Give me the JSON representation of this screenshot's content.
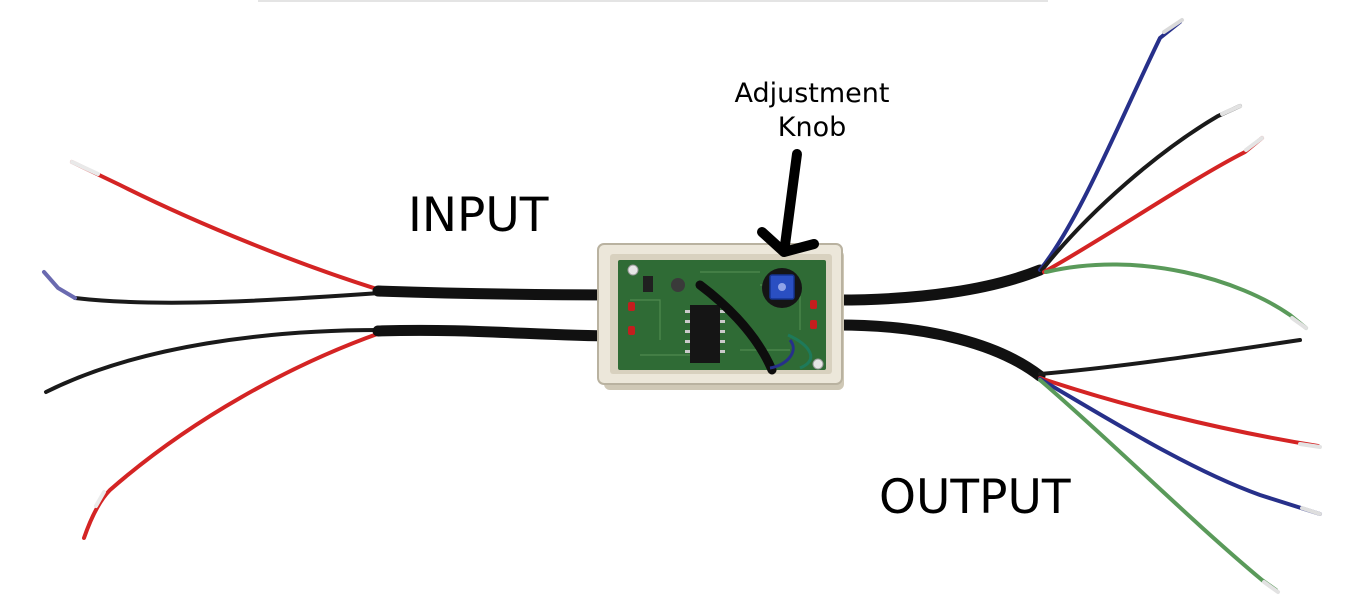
{
  "labels": {
    "input": "INPUT",
    "output": "OUTPUT",
    "adjustment_line1": "Adjustment",
    "adjustment_line2": "Knob"
  },
  "colors": {
    "background": "#ffffff",
    "cable_jacket": "#111111",
    "wire_red": "#d42424",
    "wire_black": "#1a1a1a",
    "wire_blue": "#27308a",
    "wire_green": "#5a9a5a",
    "enclosure": "#ece7da",
    "pcb": "#2f6b35",
    "trimmer_knob": "#2a4fc2",
    "arrow": "#000000"
  }
}
